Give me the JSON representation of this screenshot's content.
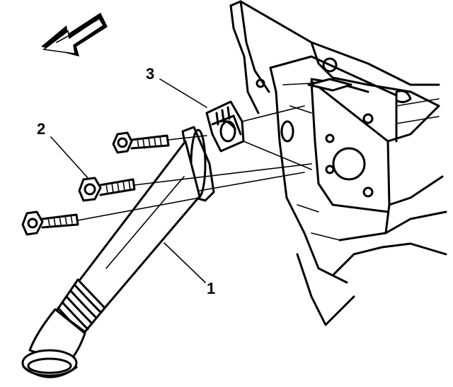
{
  "callouts": {
    "pipe": "1",
    "bolts": "2",
    "bracket": "3"
  },
  "colors": {
    "line": "#000000",
    "background": "#ffffff"
  },
  "icons": {
    "direction": "front-direction-arrow-icon"
  }
}
